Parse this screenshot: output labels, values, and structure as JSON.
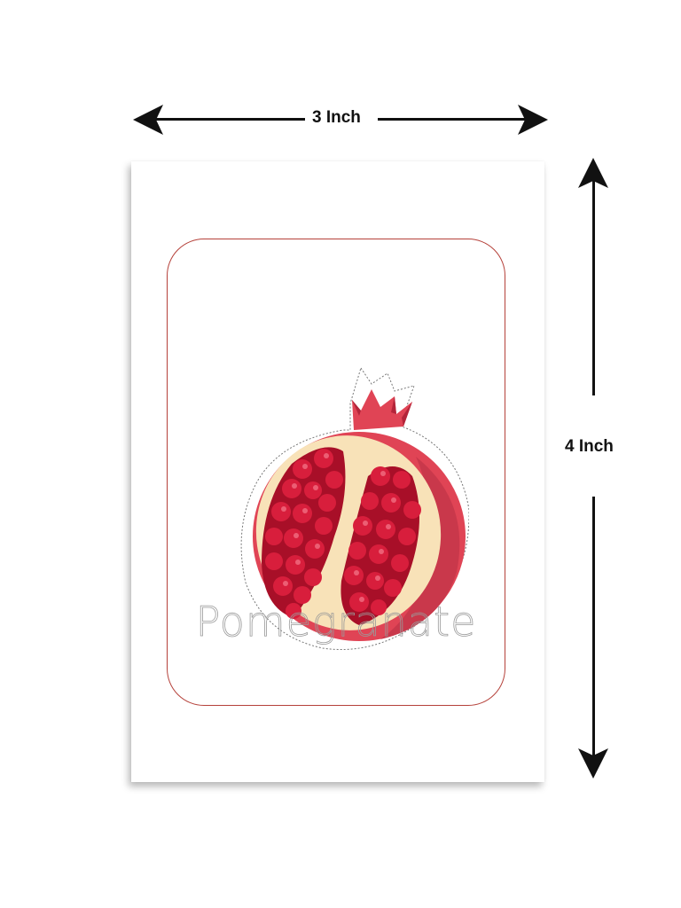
{
  "dimensions": {
    "width_label": "3 Inch",
    "height_label": "4 Inch"
  },
  "card": {
    "illustration": "pomegranate-halved",
    "word": "Pomegranate",
    "colors": {
      "frame_border": "#b5413a",
      "rind": "#e04455",
      "rind_dark": "#c22f42",
      "pith": "#f8e2b8",
      "aril": "#d81e3c",
      "aril_dark": "#a80f28",
      "tracing_text": "#9a9a9a"
    }
  }
}
